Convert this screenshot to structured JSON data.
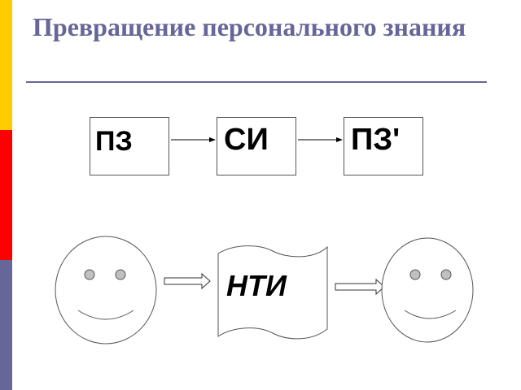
{
  "slide": {
    "title": "Превращение персонального знания"
  },
  "diagram": {
    "top_row": {
      "box_1": "ПЗ",
      "box_2": "СИ",
      "box_3": "ПЗ'"
    },
    "bottom_row": {
      "document_label": "НТИ"
    }
  },
  "colors": {
    "title": "#666699",
    "bar_yellow": "#ffcc00",
    "bar_red": "#ff0000",
    "bar_blue": "#666699"
  }
}
